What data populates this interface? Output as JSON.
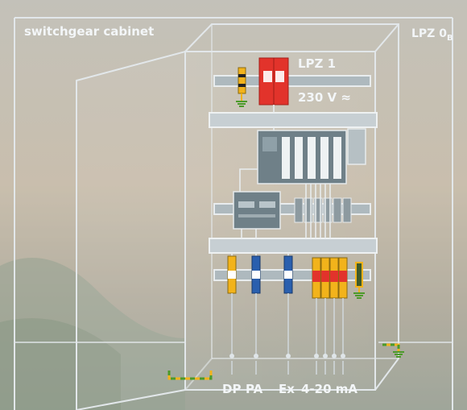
{
  "labels": {
    "cabinet": "switchgear cabinet",
    "zone_outer": "LPZ 0",
    "zone_outer_sub": "B",
    "zone_inner": "LPZ 1",
    "voltage": "230 V ≈",
    "bus": {
      "dp": "DP",
      "pa": "PA",
      "ex": "Ex",
      "current_loop": "4-20 mA"
    }
  },
  "colors": {
    "background_top": "#b9b7ae",
    "background_bottom": "#8f9487",
    "cabinet_line": "#e2e7ea",
    "din_rail": "#cdd4d8",
    "module_gray": "#6f8088",
    "spd_red": "#e2332b",
    "spd_yellow": "#f2b31b",
    "spd_blue": "#2a5fae",
    "ground_green": "#4c9a2a",
    "label_text": "#f3f6f8"
  },
  "icons": [
    "ground-symbol-icon",
    "surge-protective-device-icon"
  ]
}
